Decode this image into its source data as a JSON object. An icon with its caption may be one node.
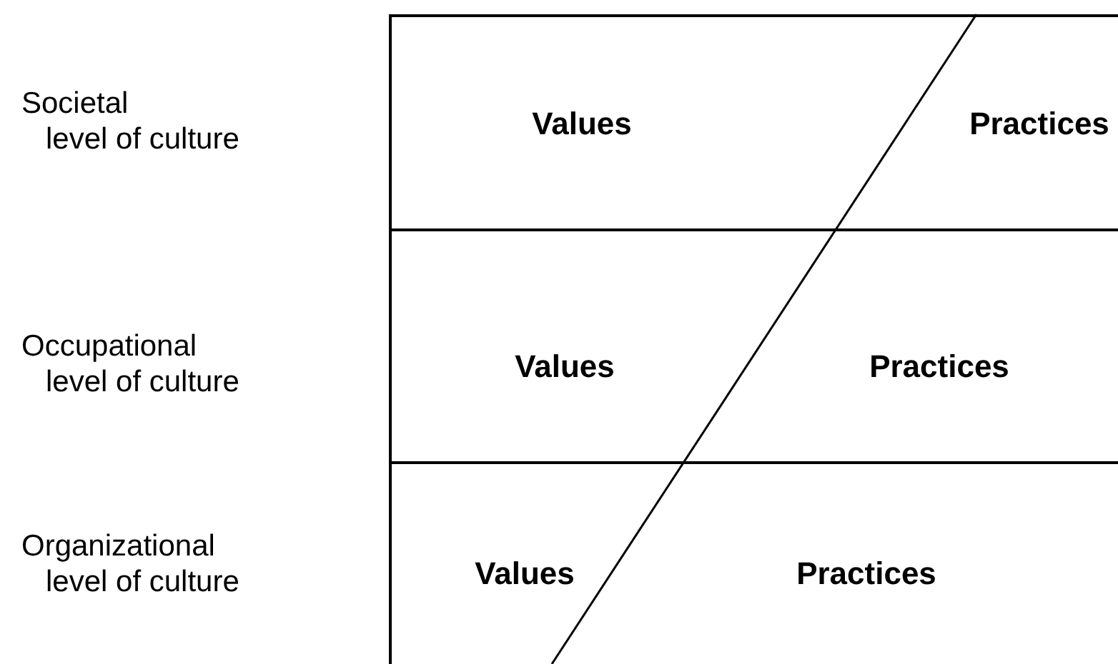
{
  "diagram": {
    "nodes": [
      {
        "text": [
          "Values",
          "Practices"
        ]
      },
      {
        "text": [
          "Values",
          "Practices"
        ]
      },
      {
        "text": [
          "Values",
          "Practices"
        ]
      }
    ],
    "labels": [
      "Societal level of culture",
      "Occupational level of culture",
      "Organizational level of culture"
    ]
  }
}
